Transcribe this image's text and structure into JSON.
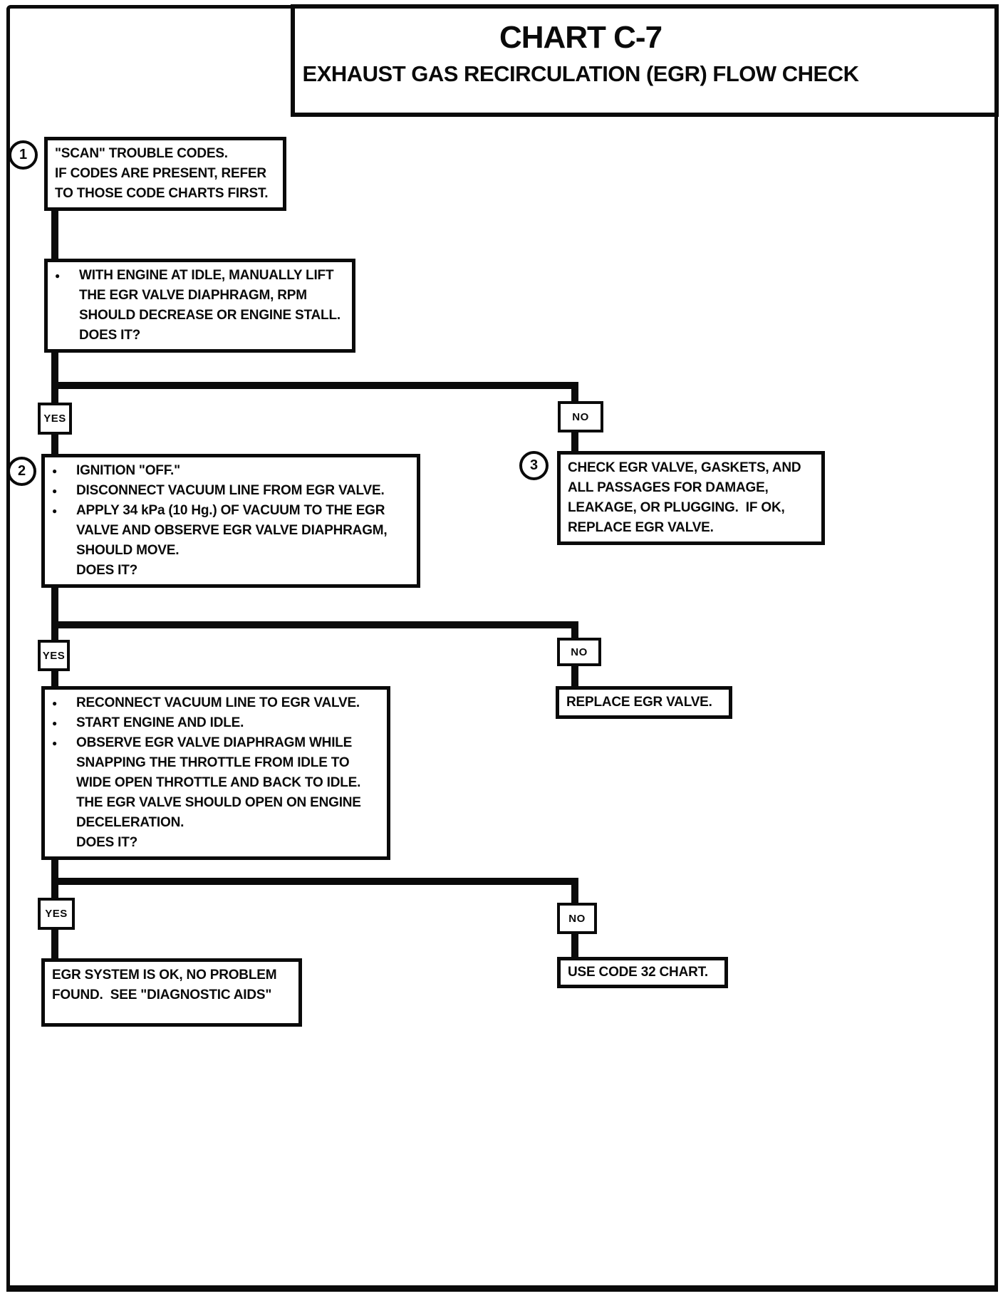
{
  "header": {
    "title": "CHART C-7",
    "subtitle": "EXHAUST GAS RECIRCULATION (EGR) FLOW CHECK"
  },
  "glyphs": {
    "bullet": "●"
  },
  "labels": {
    "yes": "YES",
    "no": "NO"
  },
  "steps": {
    "one": "1",
    "two": "2",
    "three": "3"
  },
  "boxes": {
    "scan": {
      "lines": [
        "\"SCAN\" TROUBLE CODES.",
        "IF CODES ARE PRESENT, REFER",
        "TO THOSE CODE CHARTS FIRST."
      ]
    },
    "idle_check": {
      "lines": [
        "WITH ENGINE AT IDLE, MANUALLY LIFT",
        "THE EGR VALVE DIAPHRAGM, RPM",
        "SHOULD DECREASE OR ENGINE STALL.",
        "DOES IT?"
      ]
    },
    "vacuum_test": {
      "lines": [
        "IGNITION \"OFF.\"",
        "DISCONNECT VACUUM LINE FROM EGR VALVE.",
        "APPLY 34 kPa (10 Hg.) OF VACUUM TO THE EGR",
        "VALVE AND OBSERVE EGR VALVE DIAPHRAGM,",
        "SHOULD MOVE.",
        "DOES IT?"
      ]
    },
    "check_valve": {
      "lines": [
        "CHECK EGR VALVE, GASKETS, AND",
        "ALL PASSAGES FOR DAMAGE,",
        "LEAKAGE, OR PLUGGING.  IF OK,",
        "REPLACE EGR VALVE."
      ]
    },
    "snap_throttle": {
      "lines": [
        "RECONNECT VACUUM LINE TO EGR VALVE.",
        "START ENGINE AND IDLE.",
        "OBSERVE EGR VALVE DIAPHRAGM WHILE",
        "SNAPPING THE THROTTLE FROM IDLE TO",
        "WIDE OPEN THROTTLE AND BACK TO IDLE.",
        "THE EGR VALVE SHOULD OPEN ON ENGINE",
        "DECELERATION.",
        "DOES IT?"
      ]
    },
    "replace_valve": {
      "lines": [
        "REPLACE EGR VALVE."
      ]
    },
    "system_ok": {
      "lines": [
        "EGR SYSTEM IS OK, NO PROBLEM",
        "FOUND.  SEE \"DIAGNOSTIC AIDS\""
      ]
    },
    "use_code32": {
      "lines": [
        "USE CODE 32 CHART."
      ]
    }
  }
}
